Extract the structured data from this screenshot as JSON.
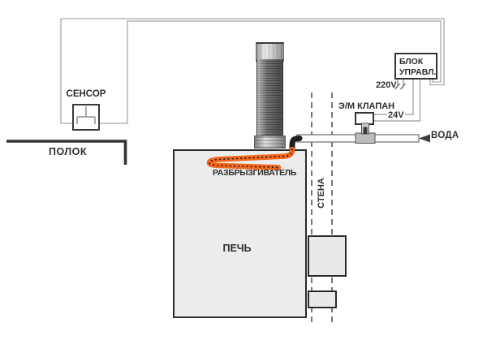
{
  "diagram": {
    "type": "sauna-steam-generator-wiring-schematic",
    "labels": {
      "sensor": "СЕНСОР",
      "bench": "ПОЛОК",
      "furnace": "ПЕЧЬ",
      "sprinkler": "РАЗБРЫЗГИВАТЕЛЬ",
      "wall": "СТЕНА",
      "valve": "Э/М КЛАПАН",
      "control_unit_line1": "БЛОК",
      "control_unit_line2": "УПРАВЛ.",
      "mains_voltage": "220V",
      "control_voltage": "24V",
      "water": "ВОДА"
    },
    "colors": {
      "sprinkler_orange": "#f2671c",
      "wire_gray": "#a9a9a9",
      "outline_dark": "#2b2b2b",
      "furnace_fill": "#ececec"
    }
  }
}
